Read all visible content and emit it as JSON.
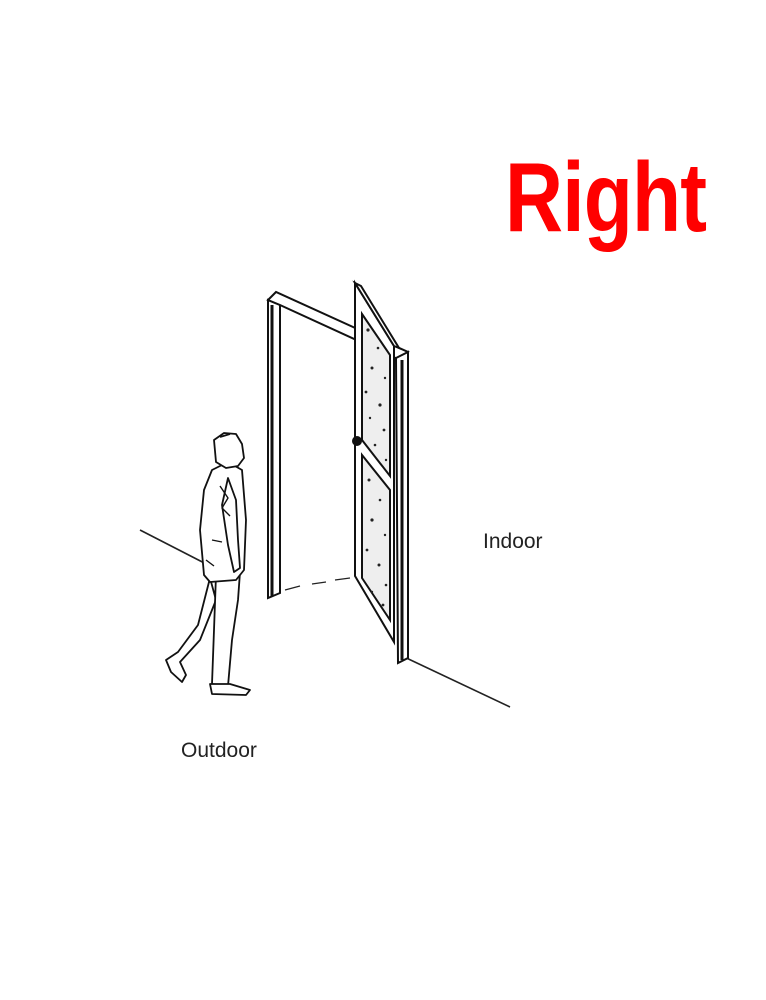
{
  "title": "Right",
  "title_color": "#ff0000",
  "labels": {
    "indoor": "Indoor",
    "outdoor": "Outdoor"
  },
  "icons": [
    "door-frame",
    "open-door",
    "walking-person"
  ]
}
